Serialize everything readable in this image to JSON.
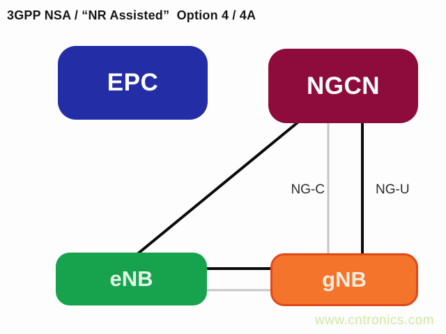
{
  "title": "3GPP NSA / “NR Assisted”  Option 4 / 4A",
  "nodes": {
    "epc": {
      "label": "EPC",
      "fill": "#232da6",
      "text_color": "#ffffff"
    },
    "ngcn": {
      "label": "NGCN",
      "fill": "#8e0c3c",
      "text_color": "#ffffff"
    },
    "enb": {
      "label": "eNB",
      "fill": "#17a34e",
      "text_color": "#e4f4e8"
    },
    "gnb": {
      "label": "gNB",
      "fill": "#f4742c",
      "border_color": "#e0481a",
      "text_color": "#f9ecdc"
    }
  },
  "edges": {
    "ngcn_to_enb": {
      "from": "NGCN",
      "to": "eNB",
      "color": "#0a0a0a"
    },
    "ngcn_to_gnb_ng_c": {
      "from": "NGCN",
      "to": "gNB",
      "label": "NG-C",
      "color": "#c6c6c6"
    },
    "ngcn_to_gnb_ng_u": {
      "from": "NGCN",
      "to": "gNB",
      "label": "NG-U",
      "color": "#0a0a0a"
    },
    "enb_to_gnb_black": {
      "from": "eNB",
      "to": "gNB",
      "color": "#0a0a0a"
    },
    "enb_to_gnb_gray": {
      "from": "eNB",
      "to": "gNB",
      "color": "#c6c6c6"
    }
  },
  "watermark": {
    "text": "www.cntronics.com",
    "color": "#cde8a2"
  }
}
